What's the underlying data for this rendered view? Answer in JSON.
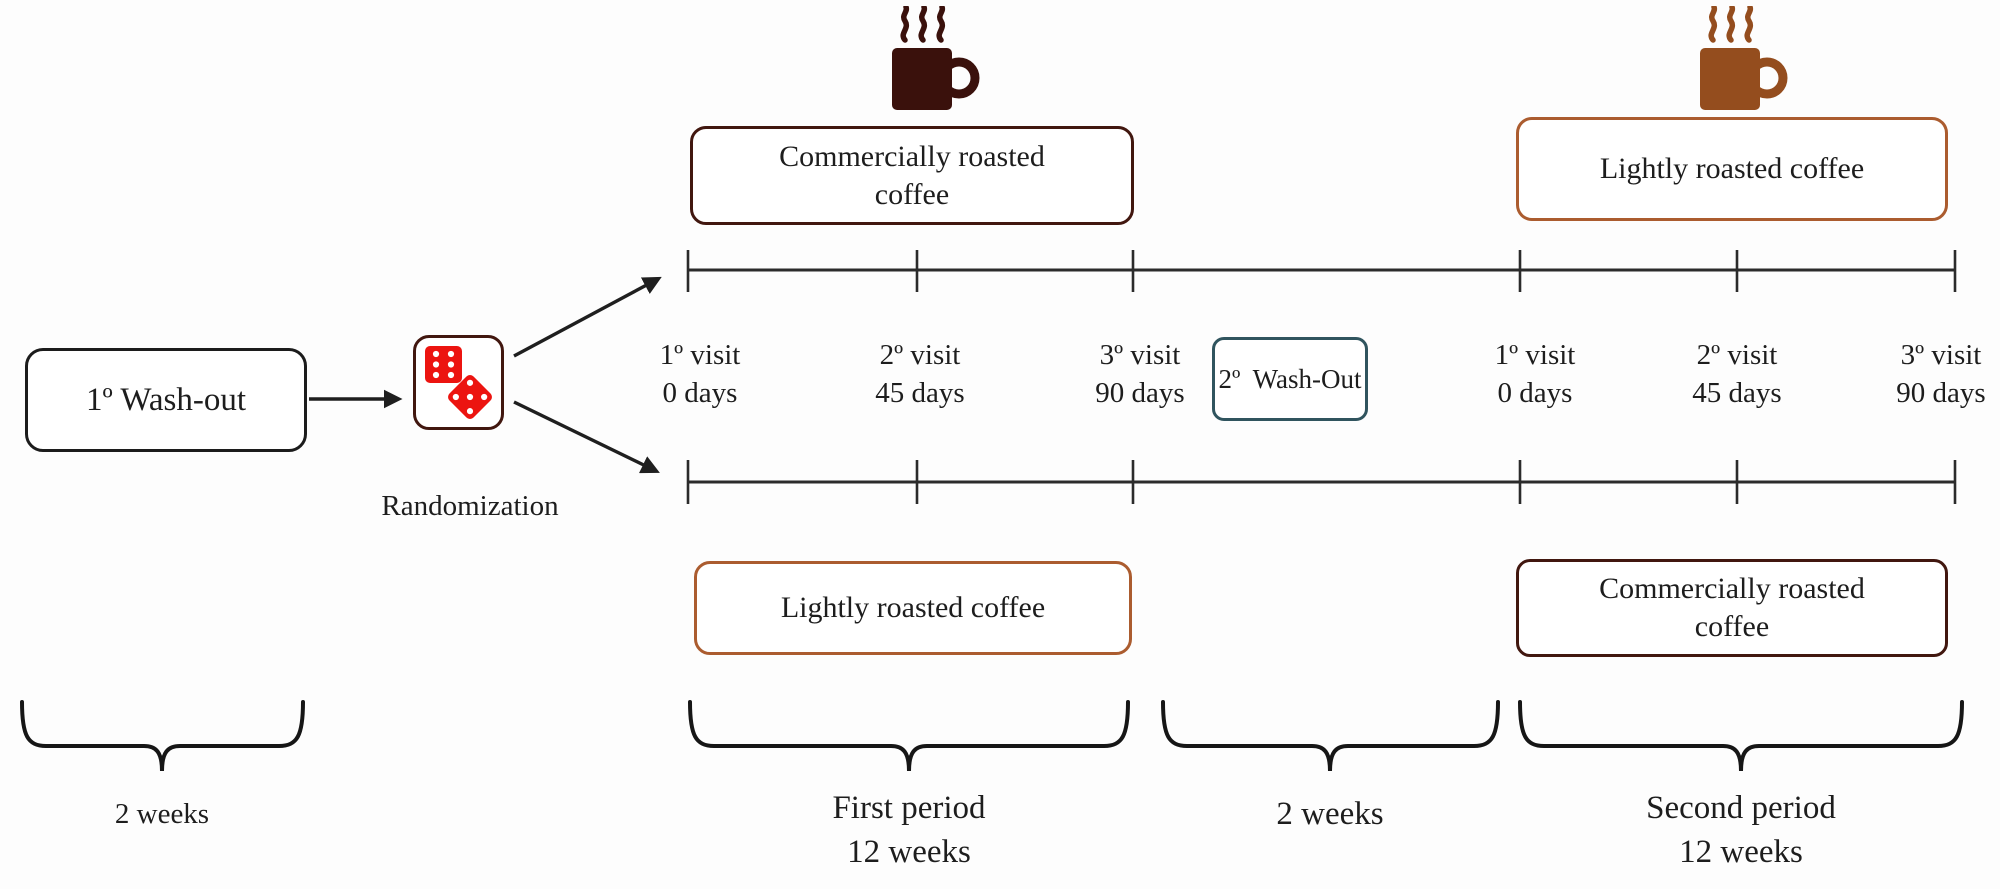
{
  "palette": {
    "dark_brown": "#41170f",
    "light_brown": "#ab5c2f",
    "teal": "#30545e",
    "dice_red": "#ec1410",
    "mug_dark": "#3a110c",
    "mug_light": "#944d1e",
    "ink": "#1d1d1d"
  },
  "intro": {
    "washout_box": "1º Wash-out",
    "randomization_label": "Randomization",
    "dice_icon": "two-red-dice"
  },
  "arms": {
    "top": {
      "period1": "Commercially roasted\ncoffee",
      "period2": "Lightly roasted coffee"
    },
    "bottom": {
      "period1": "Lightly roasted coffee",
      "period2": "Commercially roasted\ncoffee"
    }
  },
  "midline": {
    "washout_box": "2º Wash-Out"
  },
  "icons": {
    "coffee_dark": "dark-roast-coffee-mug",
    "coffee_light": "light-roast-coffee-mug"
  },
  "visits": [
    {
      "title": "1º visit",
      "day": "0 days"
    },
    {
      "title": "2º visit",
      "day": "45 days"
    },
    {
      "title": "3º visit",
      "day": "90 days"
    },
    {
      "title": "1º visit",
      "day": "0 days"
    },
    {
      "title": "2º visit",
      "day": "45 days"
    },
    {
      "title": "3º visit",
      "day": "90 days"
    }
  ],
  "durations": {
    "washout1": "2 weeks",
    "first_period": "First period\n12 weeks",
    "washout2": "2 weeks",
    "second_period": "Second period\n12 weeks"
  }
}
